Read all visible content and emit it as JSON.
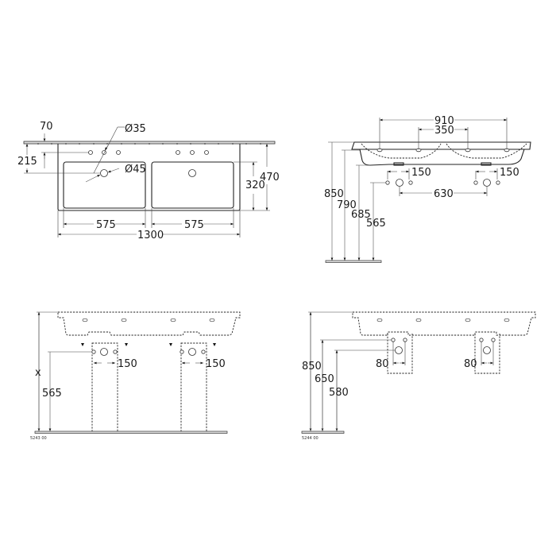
{
  "drawings": [
    {
      "view": "top-plan",
      "dimensions": {
        "wall_offset": "70",
        "tap_hole_to_waste": "215",
        "tap_hole_diameter": "Ø35",
        "waste_diameter": "Ø45",
        "basin_depth": "320",
        "overall_depth": "470",
        "basin_width_left": "575",
        "basin_width_right": "575",
        "overall_width": "1300"
      }
    },
    {
      "view": "front-elevation",
      "dimensions": {
        "tap_spacing_outer": "910",
        "tap_spacing_inner": "350",
        "valve_spacing_left": "150",
        "valve_spacing_right": "150",
        "waste_spacing": "630",
        "height_top": "850",
        "height_rim": "790",
        "height_bottom": "685",
        "height_supply": "565"
      }
    },
    {
      "view": "pedestal-elevation",
      "dimensions": {
        "height_variable": "x",
        "height_supply": "565",
        "valve_spacing_left": "150",
        "valve_spacing_right": "150"
      },
      "code": "5243 00"
    },
    {
      "view": "semi-pedestal-elevation",
      "dimensions": {
        "height_top": "850",
        "height_supply": "650",
        "height_waste": "580",
        "valve_spacing_left": "80",
        "valve_spacing_right": "80"
      },
      "code": "5244 00"
    }
  ]
}
